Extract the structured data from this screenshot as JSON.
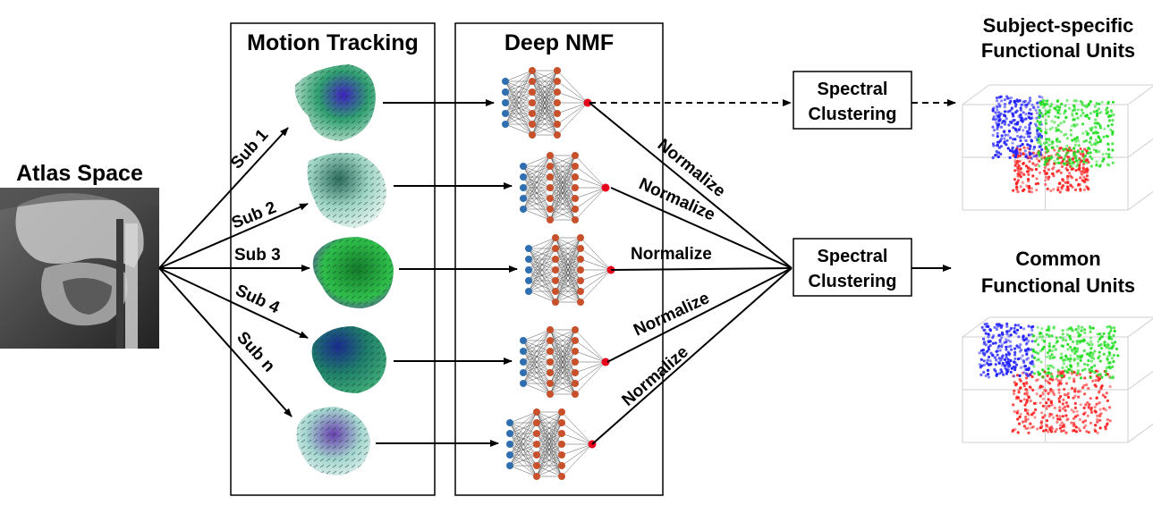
{
  "atlas": {
    "title": "Atlas Space"
  },
  "panels": {
    "motion_tracking": {
      "title": "Motion Tracking"
    },
    "deep_nmf": {
      "title": "Deep NMF"
    }
  },
  "subjects": [
    {
      "label": "Sub 1"
    },
    {
      "label": "Sub 2"
    },
    {
      "label": "Sub 3"
    },
    {
      "label": "Sub 4"
    },
    {
      "label": "Sub n"
    }
  ],
  "normalize_label": "Normalize",
  "spectral_clustering": {
    "top": {
      "line1": "Spectral",
      "line2": "Clustering"
    },
    "main": {
      "line1": "Spectral",
      "line2": "Clustering"
    }
  },
  "outputs": {
    "subject_specific": {
      "line1": "Subject-specific",
      "line2": "Functional Units"
    },
    "common": {
      "line1": "Common",
      "line2": "Functional Units"
    }
  },
  "colors": {
    "input_neuron": "#2f6fb0",
    "hidden_neuron": "#c8502a",
    "output_neuron": "#e8001a",
    "cluster_red": "#ff2020",
    "cluster_green": "#22dd22",
    "cluster_blue": "#2020ff"
  },
  "icons": {
    "mri": "sagittal-mri-image",
    "motion_field": "tongue-motion-vector-field",
    "network": "neural-network",
    "cluster_cube": "3d-functional-unit-cluster"
  }
}
